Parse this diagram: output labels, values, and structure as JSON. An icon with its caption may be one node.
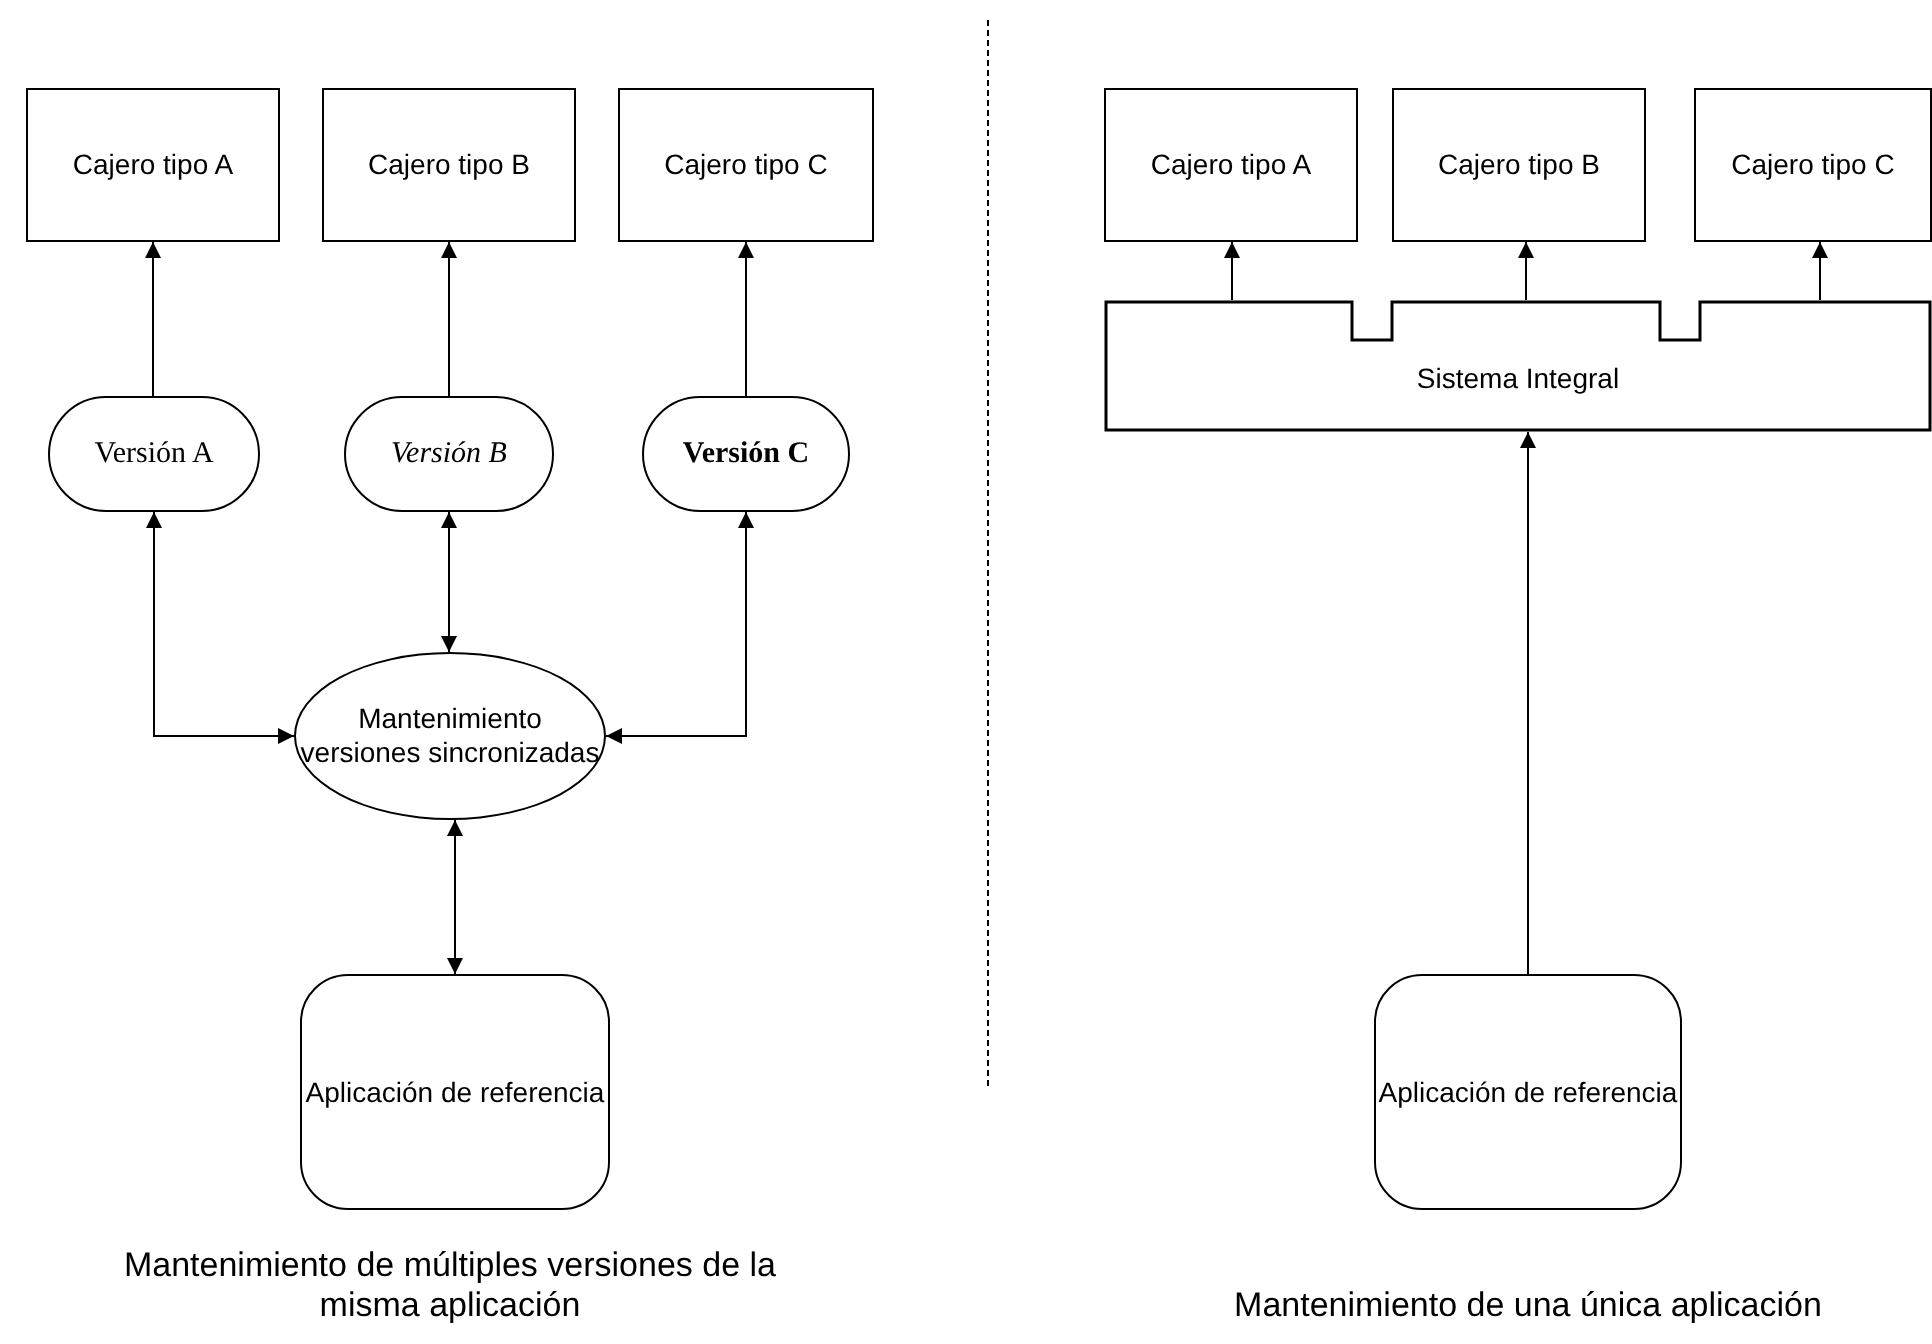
{
  "diagram": {
    "nodes": [
      {
        "text": [
          "Cajero tipo A"
        ]
      },
      {
        "text": [
          "Cajero tipo B"
        ]
      },
      {
        "text": [
          "Cajero tipo C"
        ]
      },
      {
        "text": [
          "Versión A"
        ]
      },
      {
        "text": [
          "Versión B"
        ]
      },
      {
        "text": [
          "Versión C"
        ]
      },
      {
        "text": [
          "Mantenimiento versiones sincronizadas"
        ]
      },
      {
        "text": [
          "Aplicación de referencia"
        ]
      },
      {
        "text": [
          "Cajero tipo A"
        ]
      },
      {
        "text": [
          "Cajero tipo B"
        ]
      },
      {
        "text": [
          "Cajero tipo C"
        ]
      },
      {
        "text": [
          "Sistema Integral"
        ]
      },
      {
        "text": [
          "Aplicación de referencia"
        ]
      }
    ],
    "edges": [
      {
        "from": 3,
        "to": 0,
        "arrow": "to"
      },
      {
        "from": 4,
        "to": 1,
        "arrow": "to"
      },
      {
        "from": 5,
        "to": 2,
        "arrow": "to"
      },
      {
        "from": 6,
        "to": 3,
        "arrow": "both"
      },
      {
        "from": 6,
        "to": 4,
        "arrow": "both"
      },
      {
        "from": 6,
        "to": 5,
        "arrow": "both"
      },
      {
        "from": 6,
        "to": 7,
        "arrow": "both"
      },
      {
        "from": 11,
        "to": 8,
        "arrow": "to"
      },
      {
        "from": 11,
        "to": 9,
        "arrow": "to"
      },
      {
        "from": 11,
        "to": 10,
        "arrow": "to"
      },
      {
        "from": 12,
        "to": 11,
        "arrow": "to"
      }
    ],
    "labels": [
      "Mantenimiento de múltiples versiones de la misma aplicación",
      "Mantenimiento de una única aplicación"
    ]
  }
}
